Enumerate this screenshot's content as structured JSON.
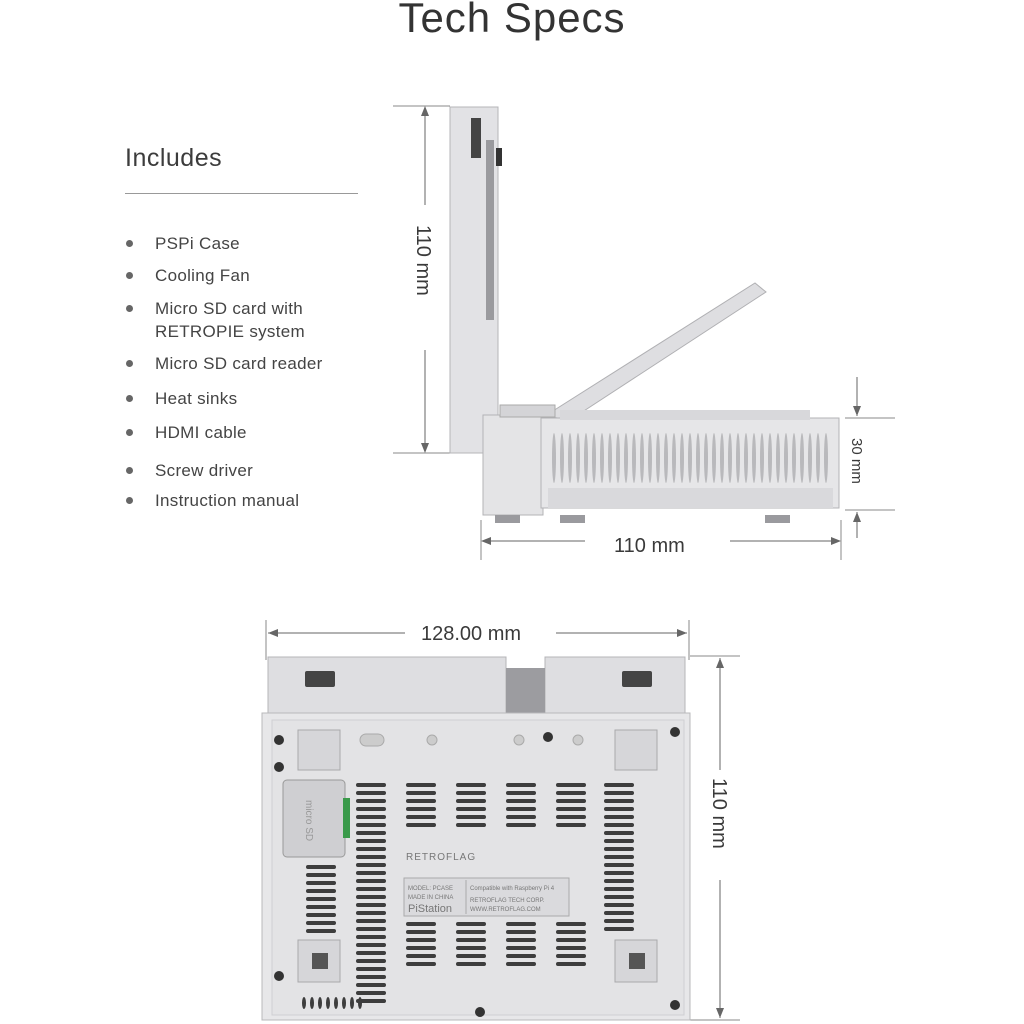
{
  "title": "Tech Specs",
  "includes": {
    "heading": "Includes",
    "items": [
      "PSPi Case",
      "Cooling Fan",
      "Micro SD card with RETROPIE system",
      "Micro SD card reader",
      "Heat sinks",
      "HDMI cable",
      "Screw driver",
      "Instruction manual"
    ]
  },
  "side_view": {
    "height_label": "110 mm",
    "depth_label": "110 mm",
    "base_height_label": "30 mm"
  },
  "bottom_view": {
    "width_label": "128.00 mm",
    "depth_label": "110 mm",
    "brand": "RETROFLAG",
    "label_lines": [
      "MODEL: PCASE",
      "MADE IN CHINA",
      "PiStation",
      "Compatible with Raspberry Pi 4",
      "RETROFLAG TECH CORP.",
      "WWW.RETROFLAG.COM"
    ],
    "sd_text": "micro SD"
  },
  "colors": {
    "case": "#e4e4e6",
    "case_shadow": "#c9c9cc",
    "vent": "#3a3a3a",
    "accent_green": "#3a9a4a"
  }
}
